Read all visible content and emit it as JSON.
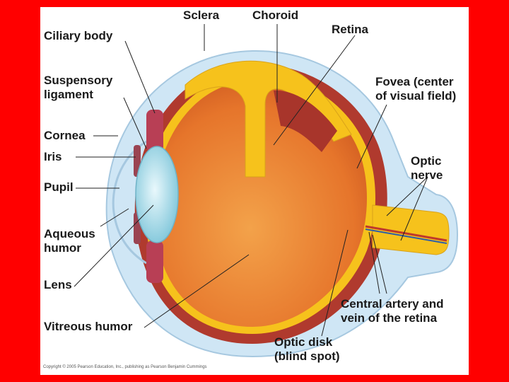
{
  "labels": {
    "sclera": "Sclera",
    "choroid": "Choroid",
    "retina": "Retina",
    "ciliary_body": "Ciliary body",
    "suspensory_ligament": "Suspensory\nligament",
    "fovea": "Fovea (center\nof visual field)",
    "cornea": "Cornea",
    "iris": "Iris",
    "optic_nerve": "Optic\nnerve",
    "pupil": "Pupil",
    "aqueous_humor": "Aqueous\nhumor",
    "lens": "Lens",
    "central_artery": "Central artery and\nvein of the retina",
    "vitreous_humor": "Vitreous humor",
    "optic_disk": "Optic disk\n(blind spot)"
  },
  "copyright": "Copyright © 2005 Pearson Education, Inc., publishing as Pearson Benjamin Cummings",
  "colors": {
    "frame": "#ff0000",
    "sclera_layer": "#cfe6f5",
    "choroid_layer": "#b03a2e",
    "retina_layer": "#f6c21c",
    "vitreous": "#e8762a",
    "lens": "#9fd8e6"
  }
}
